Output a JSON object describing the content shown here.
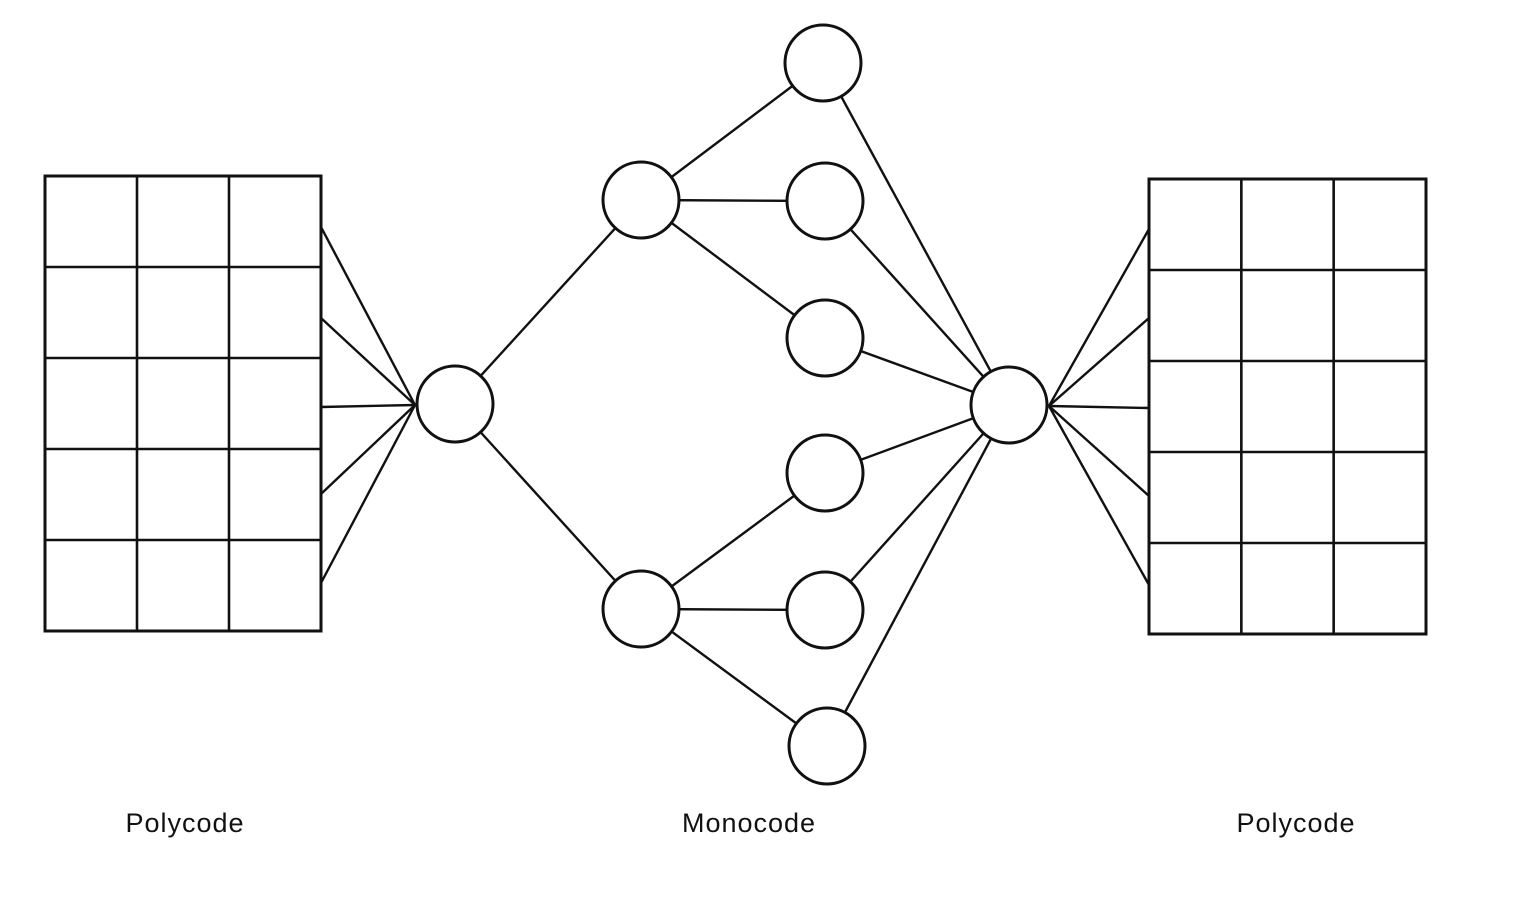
{
  "diagram": {
    "stroke_color": "#111111",
    "fill_color": "#ffffff",
    "left_grid": {
      "rows": 5,
      "cols": 3,
      "caption": "Polycode"
    },
    "right_grid": {
      "rows": 5,
      "cols": 3,
      "caption": "Polycode"
    },
    "center": {
      "caption": "Monocode"
    }
  }
}
